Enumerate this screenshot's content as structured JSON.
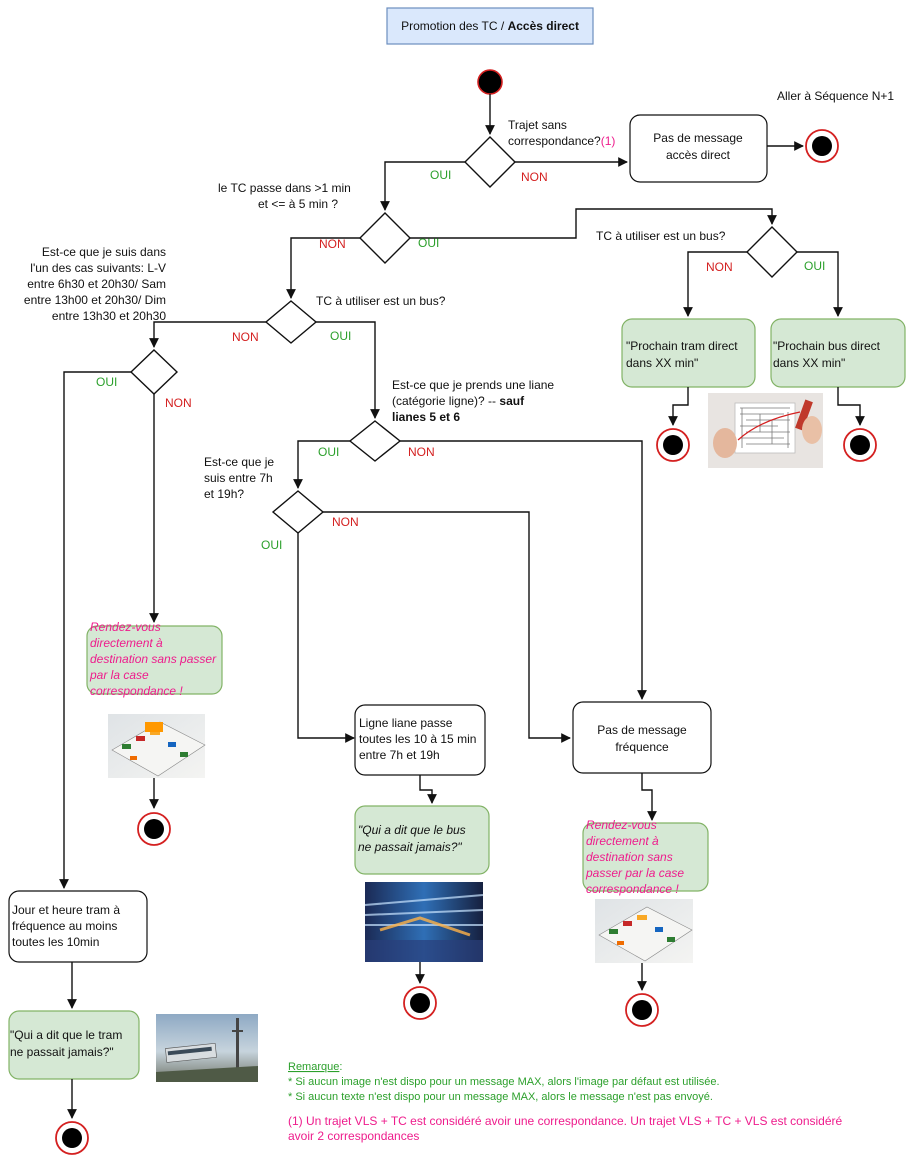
{
  "title": {
    "prefix": "Promotion des TC / ",
    "bold": "Accès direct"
  },
  "goto_label": "Aller à Séquence N+1",
  "labels": {
    "oui": "OUI",
    "non": "NON"
  },
  "q_correspondance": {
    "line1": "Trajet sans",
    "line2": "correspondance?",
    "note": "(1)"
  },
  "box_no_direct": [
    "Pas de message",
    "accès direct"
  ],
  "q_time": [
    "le TC passe dans >1 min",
    "et  <= à 5 min ?"
  ],
  "q_bus_top": "TC à utiliser est un bus?",
  "msg_tram_direct": [
    "\"Prochain tram direct",
    "dans XX min\""
  ],
  "msg_bus_direct": [
    "\"Prochain bus direct",
    "dans XX min\""
  ],
  "q_cases": [
    "Est-ce que je suis dans",
    "l'un des cas suivants: L-V",
    "entre 6h30 et 20h30/ Sam",
    "entre 13h00 et 20h30/ Dim",
    "entre 13h30 et 20h30"
  ],
  "q_bus_mid": "TC à utiliser est un bus?",
  "q_liane": {
    "line1": "Est-ce que je prends une liane",
    "line2": "(catégorie ligne)? -- ",
    "bold2": "sauf",
    "bold3": "lianes 5 et 6"
  },
  "q_hours": [
    "Est-ce que je",
    "suis entre 7h",
    "et 19h?"
  ],
  "msg_rendez_left": [
    "Rendez-vous",
    "directement à",
    "destination sans passer",
    "par la case",
    "correspondance !"
  ],
  "box_liane": [
    "Ligne liane passe",
    "toutes les 10 à 15 min",
    "entre 7h et 19h"
  ],
  "box_no_freq": [
    "Pas de message",
    "fréquence"
  ],
  "msg_bus_jamais": [
    "\"Qui a dit que le bus",
    "ne passait jamais?\""
  ],
  "msg_rendez_right": [
    "Rendez-vous",
    "directement à",
    "destination sans",
    "passer par la case",
    "correspondance !"
  ],
  "box_tram_freq": [
    "Jour et heure tram à",
    "fréquence au moins",
    "toutes les 10min"
  ],
  "msg_tram_jamais": [
    "\"Qui a dit que le tram",
    "ne passait jamais?\""
  ],
  "remarque": {
    "title": "Remarque",
    "colon": ":",
    "line1": "* Si aucun image n'est dispo pour un message MAX, alors l'image par défaut est utilisée.",
    "line2": "* Si aucun texte n'est dispo pour un message MAX, alors le message n'est pas envoyé."
  },
  "footnote": [
    "(1) Un trajet VLS + TC est considéré avoir une correspondance. Un trajet VLS + TC + VLS est considéré",
    "avoir 2 correspondances"
  ],
  "colors": {
    "green_fill": "#d5e8d4",
    "green_stroke": "#82b366",
    "title_fill": "#dae8fc",
    "title_stroke": "#6c8ebf",
    "oui": "#2ca02c",
    "non": "#d42020",
    "pink": "#ee1c8c"
  }
}
